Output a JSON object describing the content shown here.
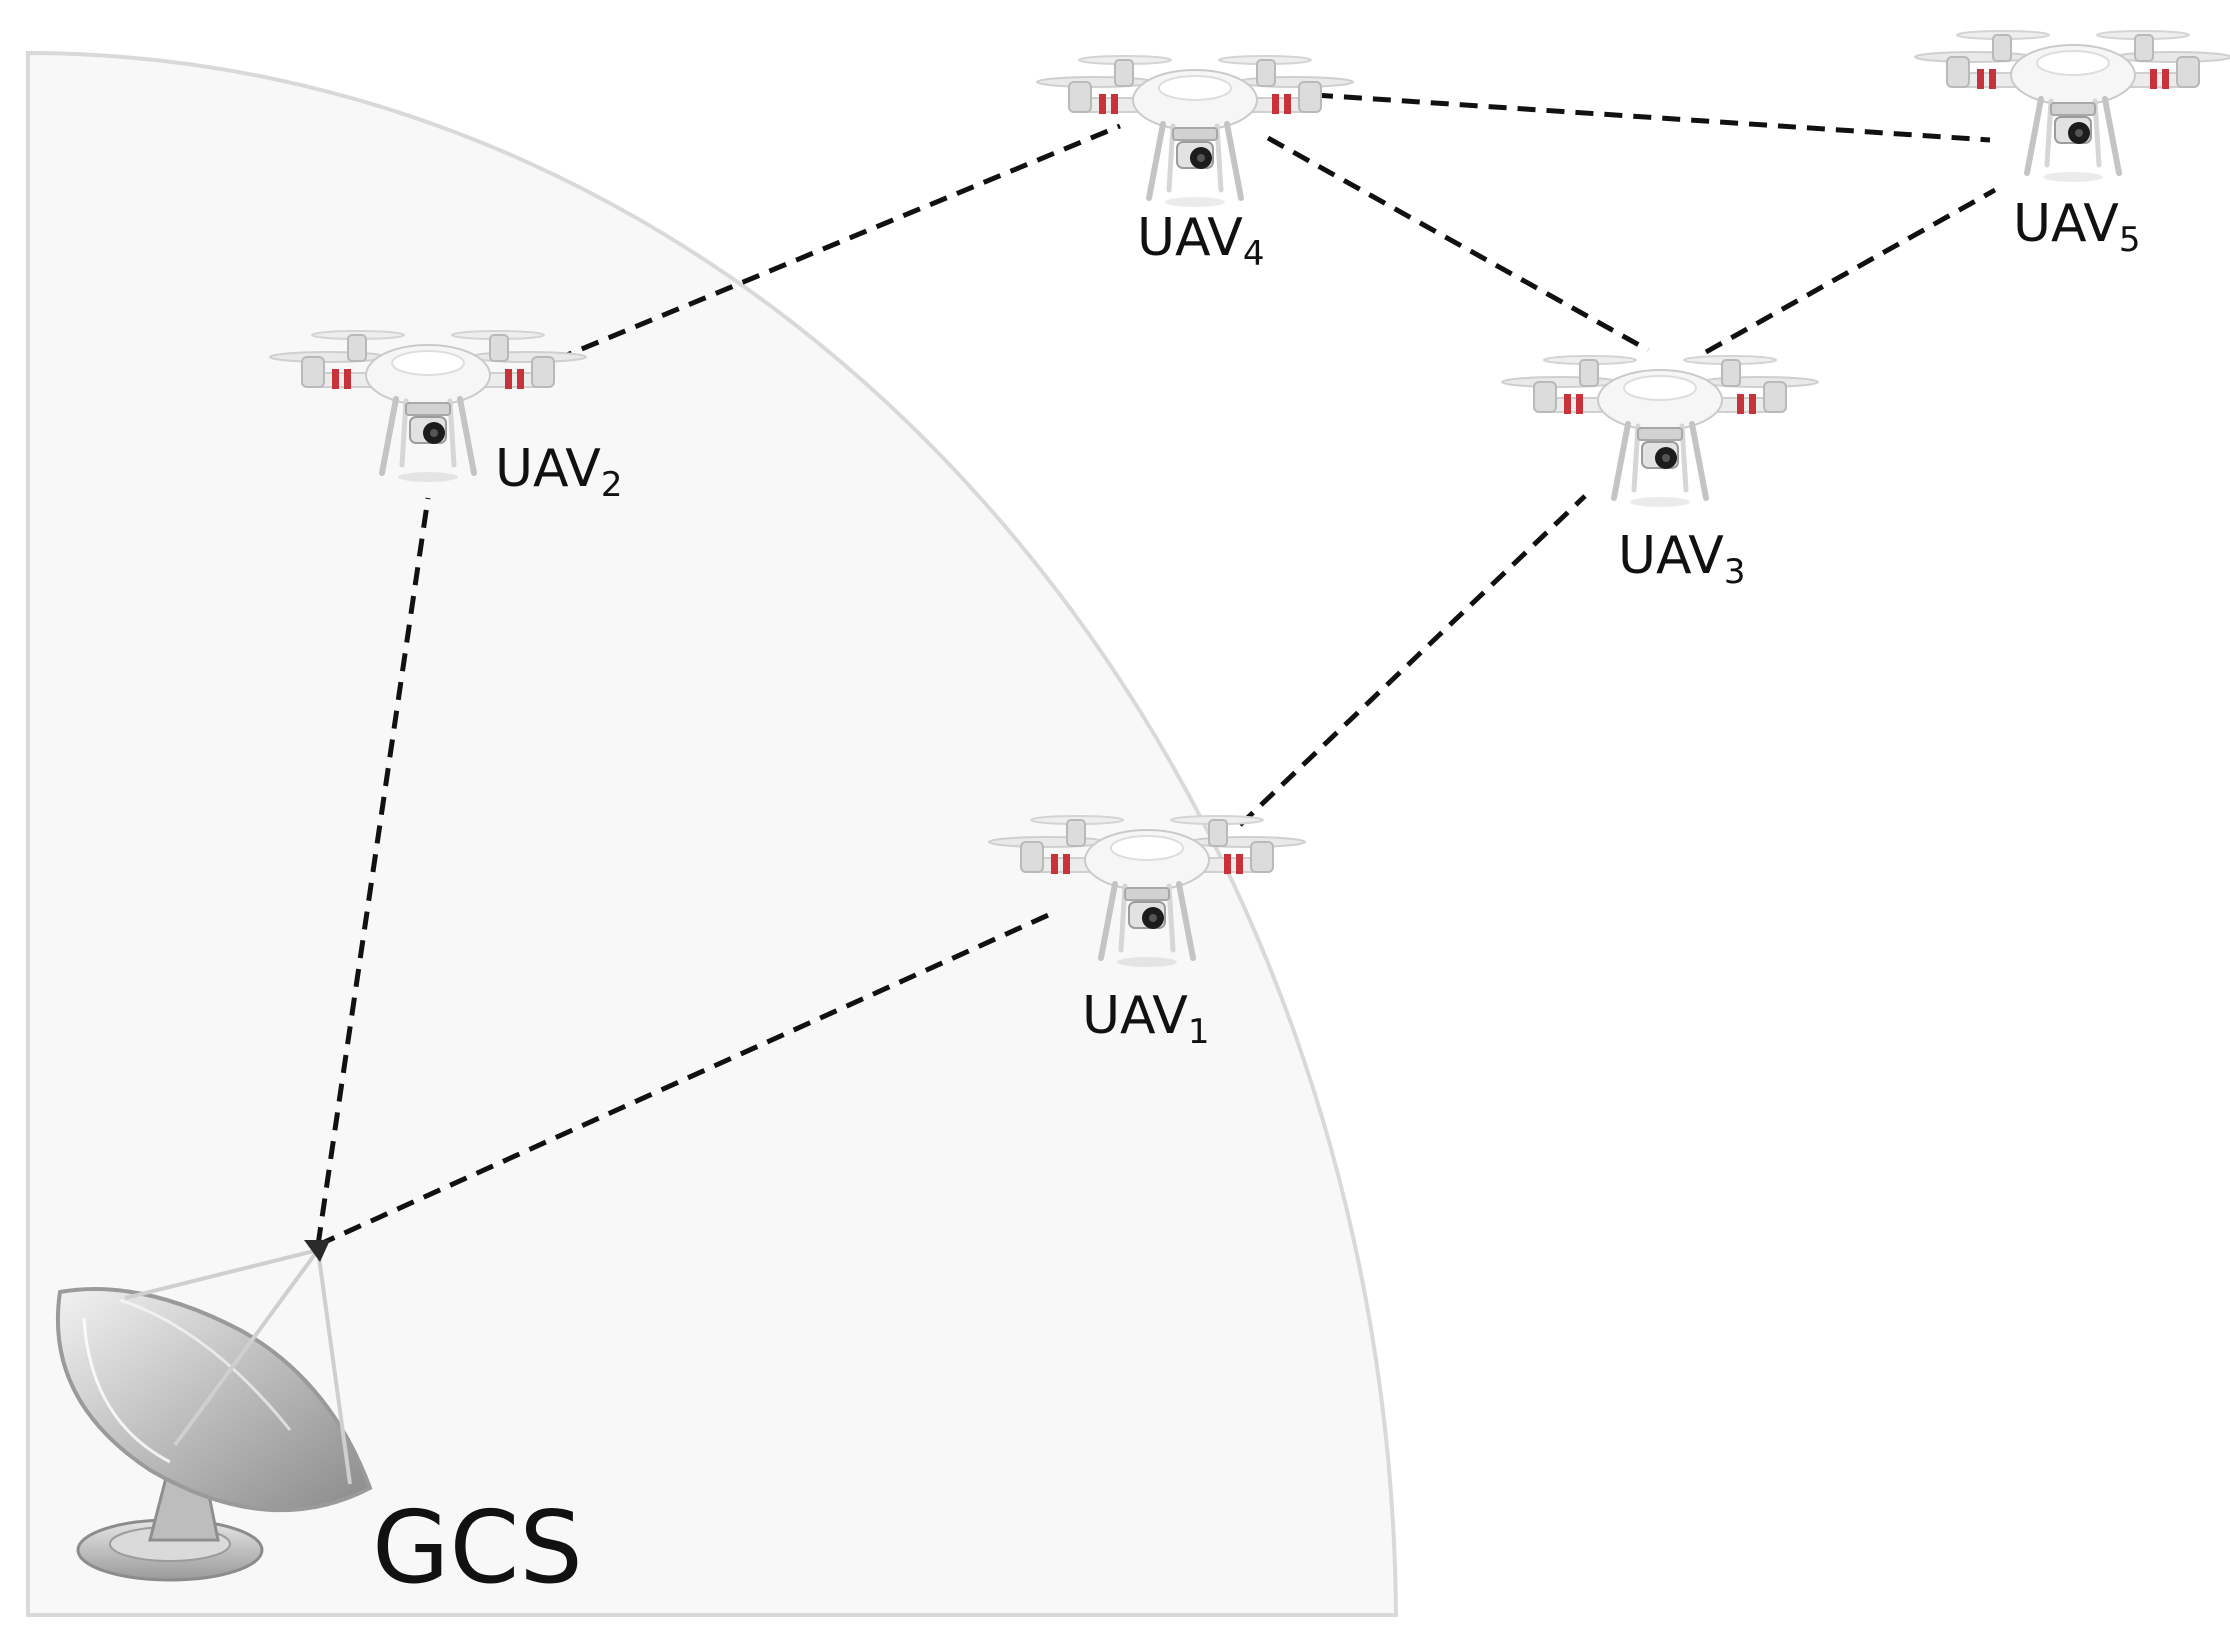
{
  "colors": {
    "coverage_fill": "#f8f8f8",
    "coverage_stroke": "#d9d9d9",
    "link": "#111111",
    "drone_body": "#f4f4f4",
    "drone_accent": "#c8333b",
    "dish": "#c9c9c9"
  },
  "icons": {
    "uav": "drone-icon",
    "gcs": "satellite-dish-icon"
  },
  "labels": {
    "gcs": "GCS",
    "uav1": {
      "base": "UAV",
      "sub": "1"
    },
    "uav2": {
      "base": "UAV",
      "sub": "2"
    },
    "uav3": {
      "base": "UAV",
      "sub": "3"
    },
    "uav4": {
      "base": "UAV",
      "sub": "4"
    },
    "uav5": {
      "base": "UAV",
      "sub": "5"
    }
  }
}
